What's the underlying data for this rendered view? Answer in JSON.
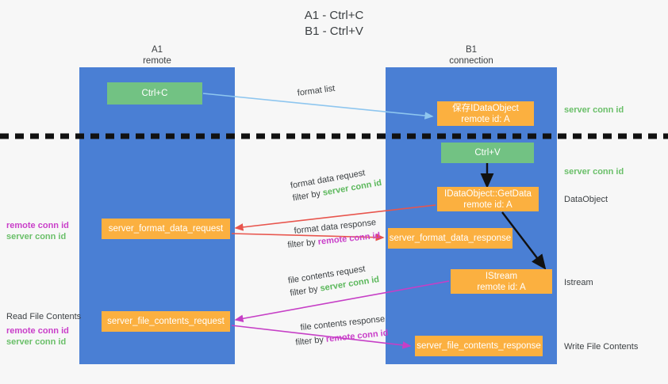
{
  "title": {
    "line1": "A1 - Ctrl+C",
    "line2": "B1 - Ctrl+V"
  },
  "lanes": [
    {
      "name": "A1",
      "sub": "remote",
      "color": "#4a7fd4"
    },
    {
      "name": "B1",
      "sub": "connection",
      "color": "#4a7fd4"
    }
  ],
  "nodes": {
    "ctrl_c": "Ctrl+C",
    "save_dataobject_l1": "保存IDataObject",
    "save_dataobject_l2": "remote id: A",
    "ctrl_v": "Ctrl+V",
    "getdata_l1": "IDataObject::GetData",
    "getdata_l2": "remote id: A",
    "istream_l1": "IStream",
    "istream_l2": "remote id: A",
    "server_format_data_request": "server_format_data_request",
    "server_format_data_response": "server_format_data_response",
    "server_file_contents_request": "server_file_contents_request",
    "server_file_contents_response": "server_file_contents_response"
  },
  "edge_labels": {
    "format_list": "format list",
    "format_data_request": "format data request",
    "format_data_request_filter_pre": "filter by ",
    "format_data_request_filter_key": "server conn id",
    "format_data_response": "format data response",
    "format_data_response_filter_pre": "filter by ",
    "format_data_response_filter_key": "remote conn id",
    "file_contents_request": "file contents request",
    "file_contents_request_filter_pre": "filter by ",
    "file_contents_request_filter_key": "server conn id",
    "file_contents_response": "file contents response",
    "file_contents_response_filter_pre": "filter by ",
    "file_contents_response_filter_key": "remote conn id"
  },
  "right_labels": {
    "server_conn_id_top": "server conn id",
    "server_conn_id_mid": "server conn id",
    "dataobject": "DataObject",
    "istream": "Istream",
    "write_file_contents": "Write File Contents"
  },
  "left_labels": {
    "remote_conn_id_1": "remote conn id",
    "server_conn_id_1": "server conn id",
    "read_file_contents": "Read File Contents",
    "remote_conn_id_2": "remote conn id",
    "server_conn_id_2": "server conn id"
  },
  "colors": {
    "lane": "#4a7fd4",
    "green_node": "#72c283",
    "orange_node": "#fbb040",
    "green_text": "#6abf69",
    "pink_text": "#c93fc9",
    "red_arrow": "#e8554d",
    "blue_arrow": "#8ec6ef",
    "magenta_arrow": "#c63fc6",
    "black_arrow": "#111111",
    "background": "#f7f7f7"
  }
}
